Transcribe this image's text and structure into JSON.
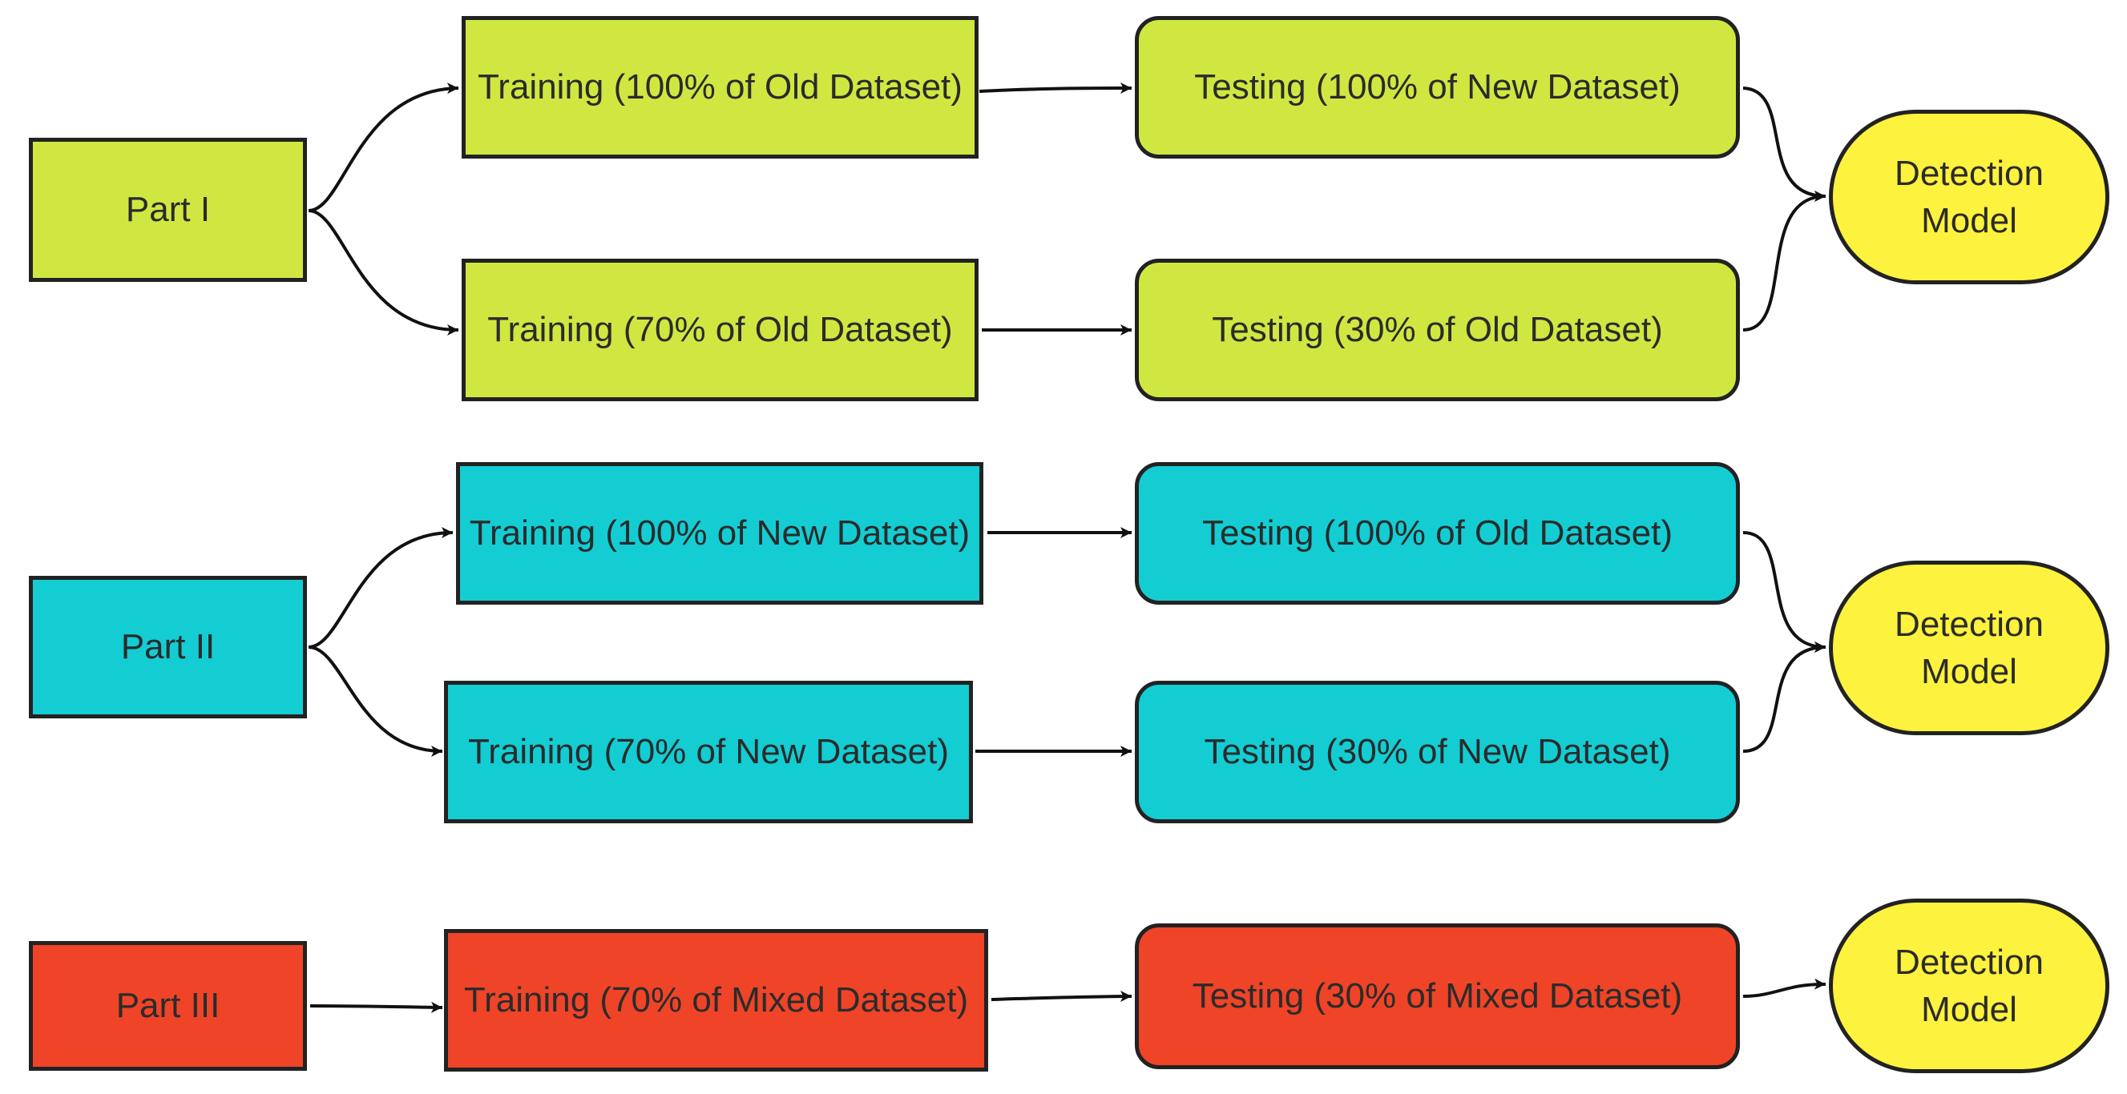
{
  "colors": {
    "part1": "#d1e741",
    "part2": "#13cdd3",
    "part3": "#ef4427",
    "model": "#fdf23d",
    "stroke": "#222222"
  },
  "part1": {
    "label": "Part I",
    "train_a": "Training (100% of Old Dataset)",
    "test_a": "Testing (100% of New Dataset)",
    "train_b": "Training (70% of Old Dataset)",
    "test_b": "Testing (30% of Old Dataset)",
    "model": "Detection Model"
  },
  "part2": {
    "label": "Part II",
    "train_a": "Training (100% of New Dataset)",
    "test_a": "Testing (100% of Old Dataset)",
    "train_b": "Training (70% of New Dataset)",
    "test_b": "Testing (30% of New Dataset)",
    "model": "Detection Model"
  },
  "part3": {
    "label": "Part III",
    "train": "Training (70% of Mixed Dataset)",
    "test": "Testing (30% of Mixed Dataset)",
    "model": "Detection Model"
  }
}
